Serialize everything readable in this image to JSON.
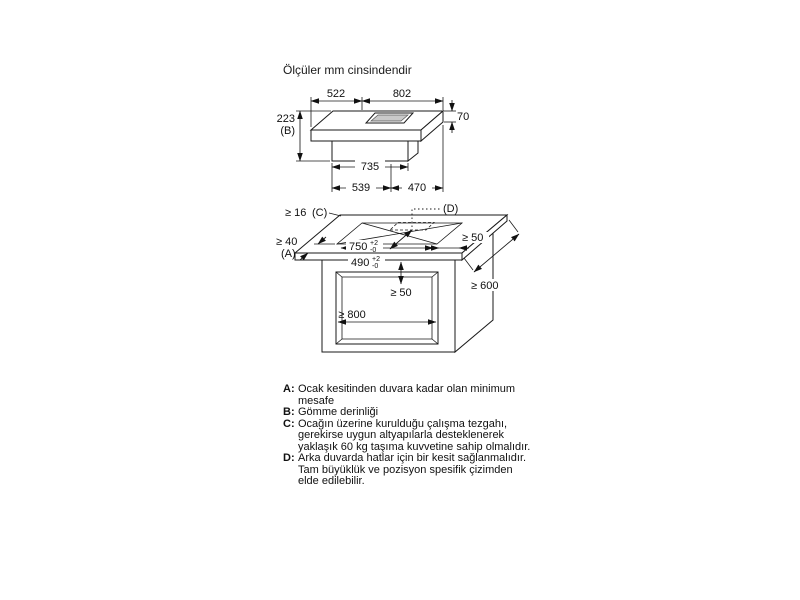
{
  "title": "Ölçüler mm cinsindendir",
  "dims": {
    "d522": "522",
    "d802": "802",
    "d70": "70",
    "d223": "223",
    "d223_ref": "(B)",
    "d735": "735",
    "d539": "539",
    "d470": "470",
    "d16": "≥ 16",
    "d16_ref": "(C)",
    "dD": "(D)",
    "d40": "≥ 40",
    "d40_ref": "(A)",
    "d750": "750",
    "d750_tol_top": "+2",
    "d750_tol_bot": "-0",
    "d490": "490",
    "d490_tol_top": "+2",
    "d490_tol_bot": "-0",
    "d50_right": "≥ 50",
    "d50_inner": "≥ 50",
    "d600": "≥ 600",
    "d800": "≥ 800"
  },
  "legend": {
    "items": [
      {
        "key": "A:",
        "text": "Ocak kesitinden duvara kadar olan minimum mesafe"
      },
      {
        "key": "B:",
        "text": "Gömme derinliği"
      },
      {
        "key": "C:",
        "text": "Ocağın üzerine kurulduğu çalışma tezgahı, gerekirse uygun altyapılarla desteklenerek yaklaşık 60 kg taşıma kuvvetine sahip olmalıdır."
      },
      {
        "key": "D:",
        "text": "Arka duvarda hatlar için bir kesit sağlanmalıdır. Tam büyüklük ve pozisyon spesifik çizimden elde edilebilir."
      }
    ]
  },
  "colors": {
    "line": "#1a1a1a",
    "background": "#ffffff",
    "vent_fill": "#c9c9c9"
  }
}
